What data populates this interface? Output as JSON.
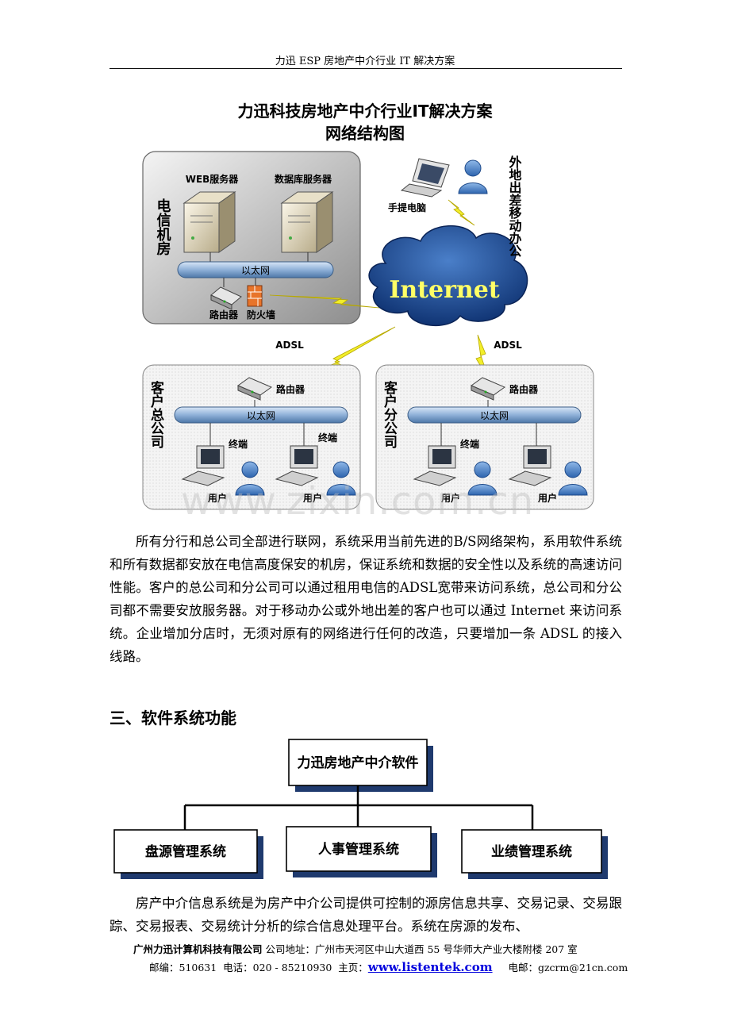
{
  "header": {
    "title": "力迅 ESP 房地产中介行业 IT 解决方案"
  },
  "diagram": {
    "title_line1": "力迅科技房地产中介行业IT解决方案",
    "title_line2": "网络结构图",
    "datacenter": {
      "label": "电信机房",
      "web_server": "WEB服务器",
      "db_server": "数据库服务器",
      "ethernet": "以太网",
      "router": "路由器",
      "firewall": "防火墙"
    },
    "mobile": {
      "label": "外地出差移动办公",
      "laptop": "手提电脑"
    },
    "internet": "Internet",
    "adsl_left": "ADSL",
    "adsl_right": "ADSL",
    "hq": {
      "label": "客户总公司",
      "router": "路由器",
      "ethernet": "以太网",
      "terminal1": "终端",
      "terminal2": "终端",
      "user1": "用户",
      "user2": "用户"
    },
    "branch": {
      "label": "客户分公司",
      "router": "路由器",
      "ethernet": "以太网",
      "terminal1": "终端",
      "user1": "用户",
      "user2": "用户"
    }
  },
  "watermark": "www.zixin.com.cn",
  "paragraph1": "所有分行和总公司全部进行联网，系统采用当前先进的B/S网络架构，系用软件系统和所有数据都安放在电信高度保安的机房，保证系统和数据的安全性以及系统的高速访问性能。客户的总公司和分公司可以通过租用电信的ADSL宽带来访问系统，总公司和分公司都不需要安放服务器。对于移动办公或外地出差的客户也可以通过 Internet 来访问系统。企业增加分店时，无须对原有的网络进行任何的改造，只要增加一条 ADSL 的接入线路。",
  "section_heading": "三、软件系统功能",
  "org": {
    "root": "力迅房地产中介软件",
    "child1": "盘源管理系统",
    "child2": "人事管理系统",
    "child3": "业绩管理系统"
  },
  "paragraph2": "房产中介信息系统是为房产中介公司提供可控制的源房信息共享、交易记录、交易跟踪、交易报表、交易统计分析的综合信息处理平台。系统在房源的发布、",
  "footer": {
    "company": "广州力迅计算机科技有限公司",
    "address": "公司地址：广州市天河区中山大道西 55 号华师大产业大楼附楼 207 室",
    "postcode": "邮编：510631",
    "phone": "电话：020 - 85210930",
    "homepage_label": "主页：",
    "homepage": "www.listentek.com",
    "email": "电邮：gzcrm@21cn.com"
  }
}
